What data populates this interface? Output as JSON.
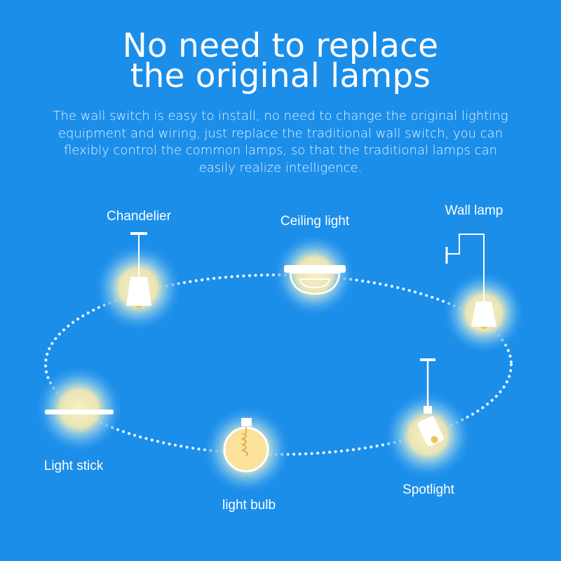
{
  "headline": {
    "line1": "No need to replace",
    "line2": "the original lamps"
  },
  "description": "The wall switch is easy to install, no need to change the original lighting equipment and wiring, just replace the traditional wall switch, you can flexibly control the common lamps, so that the traditional lamps can easily realize intelligence.",
  "lamps": [
    {
      "label": "Chandelier",
      "icon": "chandelier-icon"
    },
    {
      "label": "Ceiling light",
      "icon": "ceiling-light-icon"
    },
    {
      "label": "Wall lamp",
      "icon": "wall-lamp-icon"
    },
    {
      "label": "Light stick",
      "icon": "light-stick-icon"
    },
    {
      "label": "light bulb",
      "icon": "light-bulb-icon"
    },
    {
      "label": "Spotlight",
      "icon": "spotlight-icon"
    }
  ],
  "colors": {
    "background": "#1b8eea",
    "glow": "#fff3c4",
    "glow_core": "#f7e7a8",
    "lamp_white": "#ffffff",
    "dots": "#e3f2ff"
  }
}
